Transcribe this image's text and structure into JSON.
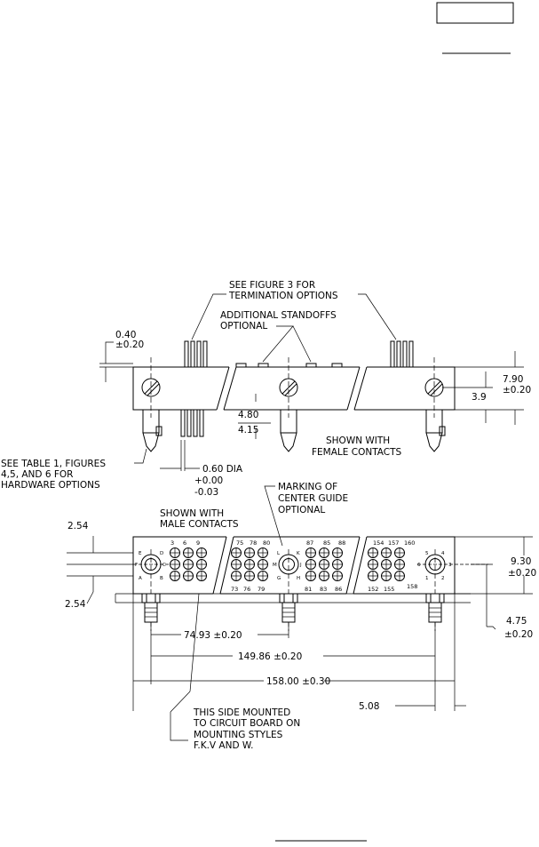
{
  "top_view": {
    "callout_termination_1": "SEE FIGURE 3 FOR",
    "callout_termination_2": "TERMINATION OPTIONS",
    "callout_standoffs_1": "ADDITIONAL STANDOFFS",
    "callout_standoffs_2": "OPTIONAL",
    "dim_040": "0.40",
    "dim_040_tol": "±0.20",
    "dim_790": "7.90",
    "dim_790_tol": "±0.20",
    "dim_39": "3.9",
    "dim_480": "4.80",
    "dim_415": "4.15",
    "shown_female_1": "SHOWN WITH",
    "shown_female_2": "FEMALE CONTACTS",
    "see_table_1": "SEE TABLE 1, FIGURES",
    "see_table_2": "4,5, AND 6 FOR",
    "see_table_3": "HARDWARE OPTIONS",
    "dim_060": "0.60 DIA",
    "dim_060_plus": "+0.00",
    "dim_060_minus": "-0.03"
  },
  "front_view": {
    "marking_1": "MARKING OF",
    "marking_2": "CENTER GUIDE",
    "marking_3": "OPTIONAL",
    "shown_male_1": "SHOWN WITH",
    "shown_male_2": "MALE CONTACTS",
    "dim_254_top": "2.54",
    "dim_254_bot": "2.54",
    "dim_930": "9.30",
    "dim_930_tol": "±0.20",
    "dim_475": "4.75",
    "dim_475_tol": "±0.20",
    "dim_7493": "74.93 ±0.20",
    "dim_14986": "149.86 ±0.20",
    "dim_15800": "158.00 ±0.30",
    "dim_508": "5.08",
    "mounted_1": "THIS SIDE MOUNTED",
    "mounted_2": "TO CIRCUIT BOARD ON",
    "mounted_3": "MOUNTING STYLES",
    "mounted_4": "F.K.V AND W.",
    "guide_letters": {
      "left": [
        "E",
        "D",
        "F",
        "C",
        "A",
        "B"
      ],
      "mid": [
        "L",
        "K",
        "M",
        "J",
        "G",
        "H"
      ],
      "right": [
        "5",
        "4",
        "6",
        "3",
        "1",
        "2"
      ]
    },
    "contact_numbers": {
      "n3": "3",
      "n6": "6",
      "n9": "9",
      "n75": "75",
      "n78": "78",
      "n80": "80",
      "n73": "73",
      "n76": "76",
      "n79": "79",
      "n87": "87",
      "n85": "85",
      "n88": "88",
      "n81": "81",
      "n83": "83",
      "n86": "86",
      "n154": "154",
      "n157": "157",
      "n160": "160",
      "n152": "152",
      "n155": "155",
      "n158": "158"
    }
  }
}
